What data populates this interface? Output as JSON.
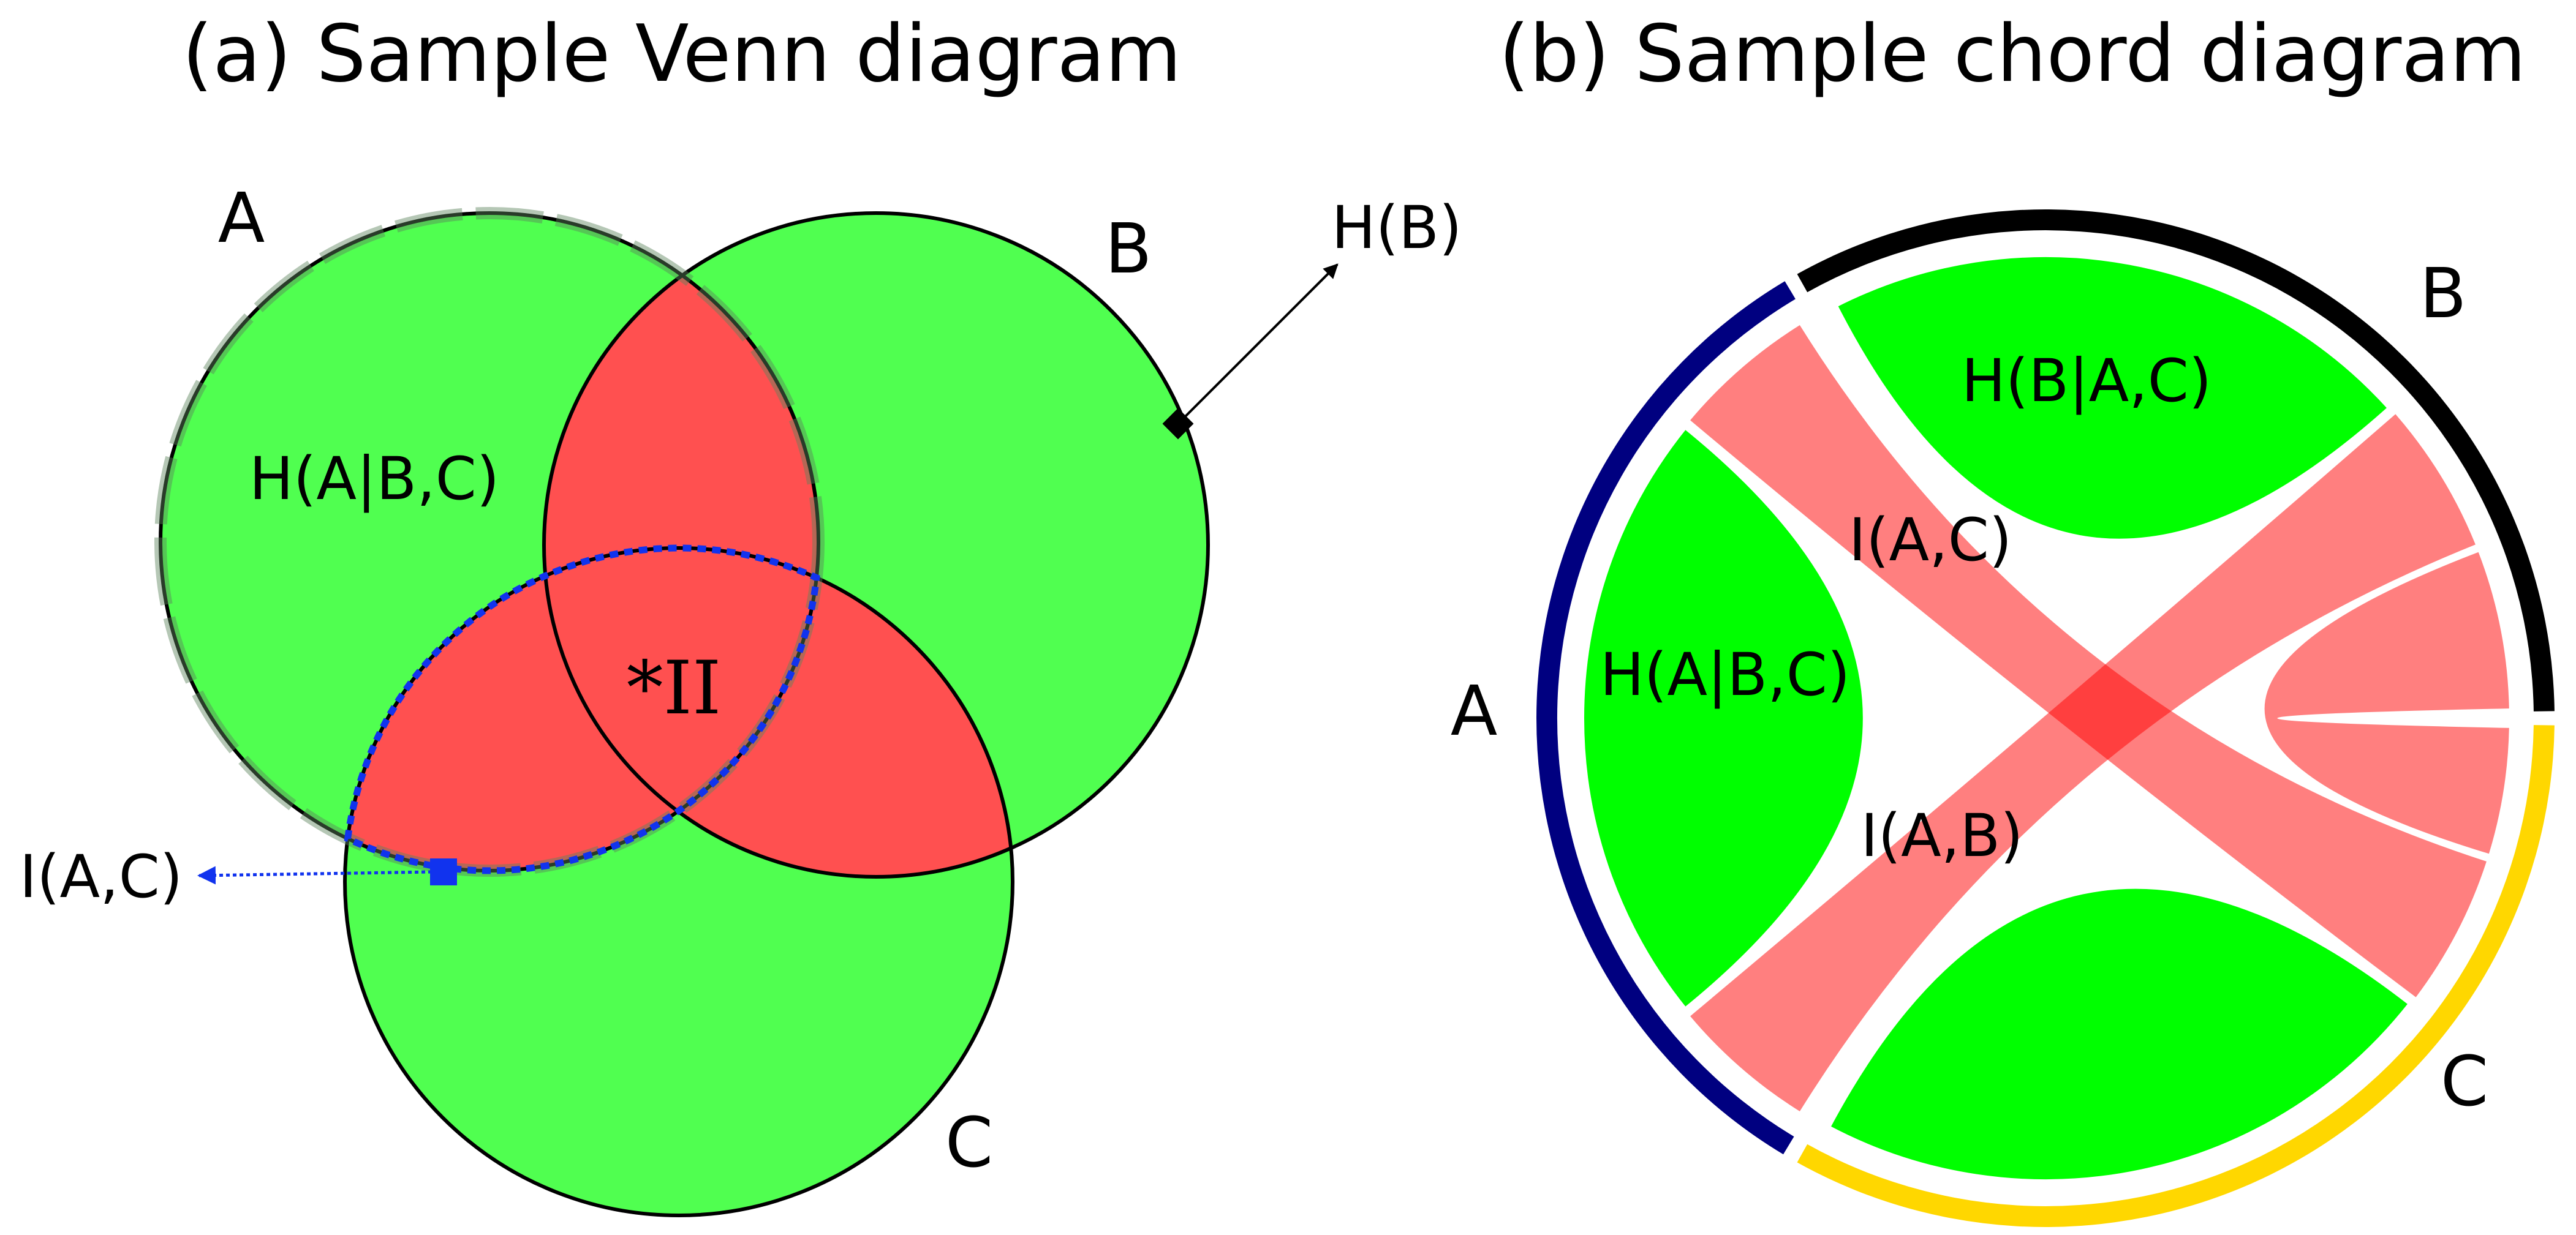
{
  "venn": {
    "title": "(a) Sample Venn diagram",
    "label_a": "A",
    "label_b": "B",
    "label_c": "C",
    "region_a_only": "H(A|B,C)",
    "region_center": "*II",
    "callout_ac": "I(A,C)",
    "callout_b": "H(B)"
  },
  "chord": {
    "title": "(b) Sample chord diagram",
    "label_a": "A",
    "label_b": "B",
    "label_c": "C",
    "chord_b_self": "H(B|A,C)",
    "chord_a_self": "H(A|B,C)",
    "chord_ac": "I(A,C)",
    "chord_ab": "I(A,B)"
  },
  "colors": {
    "venn_green": "#50ff50",
    "venn_red": "#ff5050",
    "chord_green": "#00ff00",
    "chord_red": "#ff0000",
    "group_a": "#000080",
    "group_b": "#000000",
    "group_c": "#ffd700",
    "callout_blue": "#1133ee"
  }
}
